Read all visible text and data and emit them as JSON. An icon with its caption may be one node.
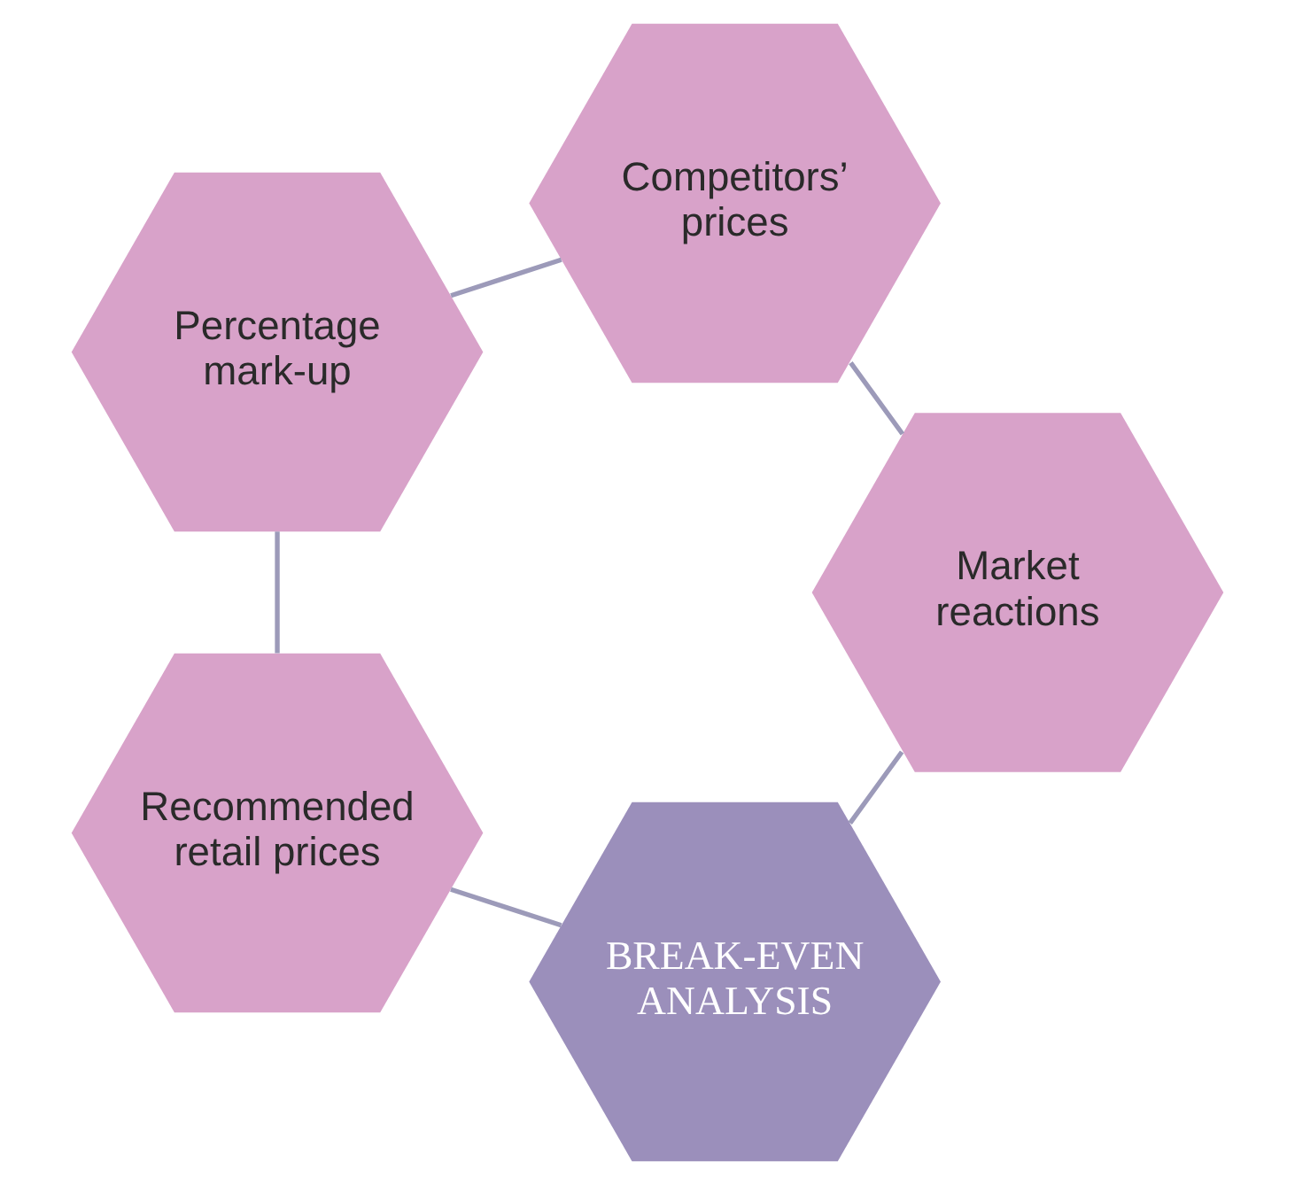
{
  "diagram": {
    "nodes": [
      {
        "text": [
          "BREAK-EVEN ANALYSIS"
        ]
      },
      {
        "text": [
          "Recommended retail prices"
        ]
      },
      {
        "text": [
          "Market reactions"
        ]
      },
      {
        "text": [
          "Percentage mark-up"
        ]
      },
      {
        "text": [
          "Competitors’ prices"
        ]
      }
    ],
    "edges": [
      {
        "from": 0,
        "to": 1,
        "arrow": "none"
      },
      {
        "from": 1,
        "to": 3,
        "arrow": "none"
      },
      {
        "from": 3,
        "to": 4,
        "arrow": "none"
      },
      {
        "from": 4,
        "to": 2,
        "arrow": "none"
      },
      {
        "from": 2,
        "to": 0,
        "arrow": "none"
      }
    ]
  }
}
